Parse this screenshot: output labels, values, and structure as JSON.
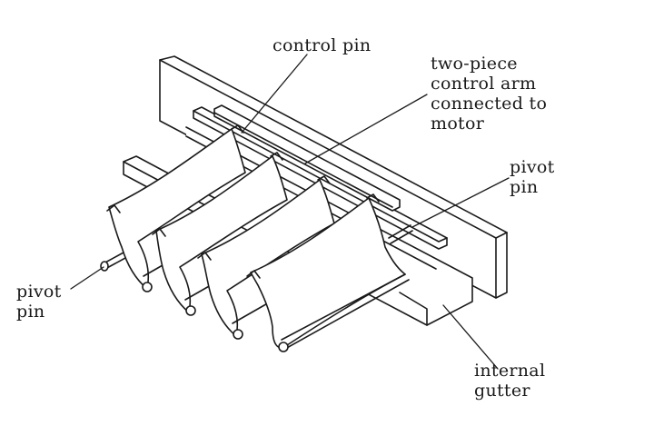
{
  "labels": {
    "control_pin": [
      "control pin"
    ],
    "control_arm": [
      "two-piece",
      "control arm",
      "connected to",
      "motor"
    ],
    "pivot_pin_right": [
      "pivot",
      "pin"
    ],
    "pivot_pin_left": [
      "pivot",
      "pin"
    ],
    "internal_gutter": [
      "internal",
      "gutter"
    ]
  },
  "colors": {
    "ink": "#1a1a1a",
    "paper": "#ffffff"
  }
}
